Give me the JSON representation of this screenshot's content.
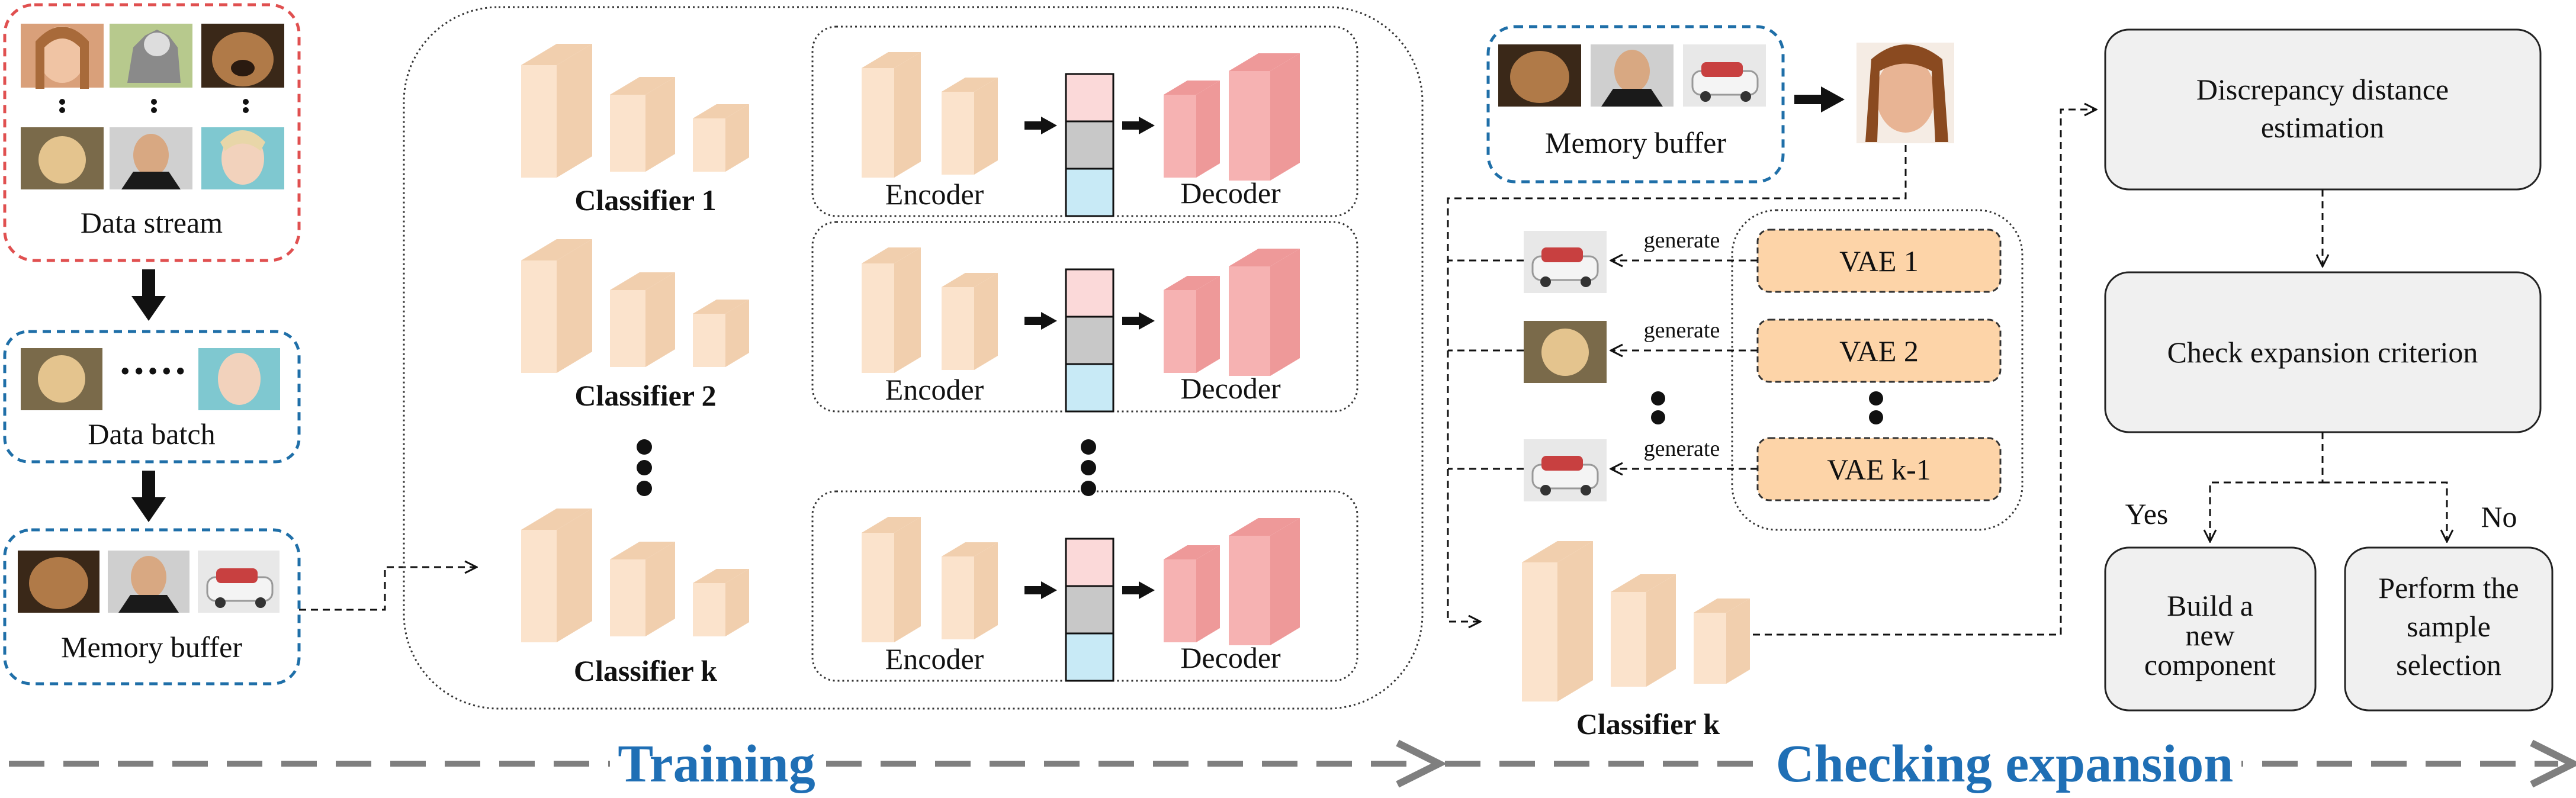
{
  "left": {
    "data_stream": "Data stream",
    "data_batch": "Data batch",
    "memory_buffer": "Memory buffer",
    "batch_dots": "·····"
  },
  "training": {
    "classifiers": [
      "Classifier 1",
      "Classifier 2",
      "Classifier k"
    ],
    "encoder": "Encoder",
    "decoder": "Decoder"
  },
  "checking": {
    "memory_buffer": "Memory buffer",
    "generate": "generate",
    "vaes": [
      "VAE 1",
      "VAE 2",
      "VAE k-1"
    ],
    "classifier": "Classifier k"
  },
  "flow": {
    "discrepancy": [
      "Discrepancy distance",
      "estimation"
    ],
    "check_criterion": "Check expansion criterion",
    "yes": "Yes",
    "no": "No",
    "build": [
      "Build a",
      "new",
      "component"
    ],
    "perform": [
      "Perform the",
      "sample",
      "selection"
    ]
  },
  "banner": {
    "training": "Training",
    "checking": "Checking expansion"
  },
  "colors": {
    "red_dash": "#e05050",
    "blue_dash": "#1f6fa8",
    "block_face": "#fbe3cc",
    "block_side": "#f1cfae",
    "decoder_face": "#f6b2b2",
    "decoder_side": "#ee9999",
    "vae_fill": "#fdd4a8",
    "box_fill": "#f0f0f0",
    "banner_text": "#1f6fb5",
    "banner_arrow": "#7f7f7f"
  }
}
